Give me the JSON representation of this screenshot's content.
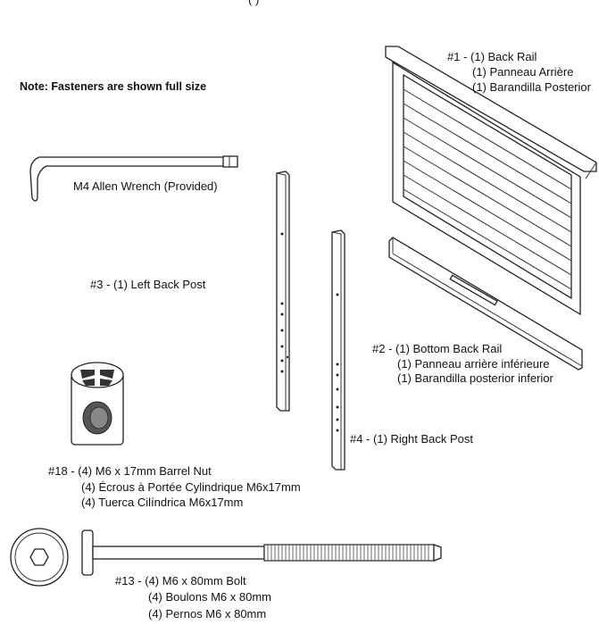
{
  "header_fragment": "(                    )",
  "note": "Note: Fasteners are shown full size",
  "parts": {
    "back_rail": {
      "line1": "#1 - (1) Back Rail",
      "line2": "(1) Panneau Arrière",
      "line3": "(1) Barandilla Posterior"
    },
    "bottom_back_rail": {
      "line1": "#2 - (1) Bottom Back Rail",
      "line2": "(1) Panneau arrière inférieure",
      "line3": "(1) Barandilla posterior inferior"
    },
    "left_back_post": {
      "line1": "#3 - (1) Left Back Post"
    },
    "right_back_post": {
      "line1": "#4 - (1) Right Back Post"
    },
    "barrel_nut": {
      "line1": "#18 - (4) M6 x 17mm Barrel Nut",
      "line2": "(4) Écrous à Portée Cylindrique M6x17mm",
      "line3": "(4) Tuerca Cilíndrica M6x17mm"
    },
    "bolt": {
      "line1": "#13 - (4) M6 x 80mm Bolt",
      "line2": "(4) Boulons M6 x 80mm",
      "line3": "(4) Pernos M6 x 80mm"
    },
    "allen_wrench": {
      "line1": "M4 Allen Wrench (Provided)"
    }
  }
}
